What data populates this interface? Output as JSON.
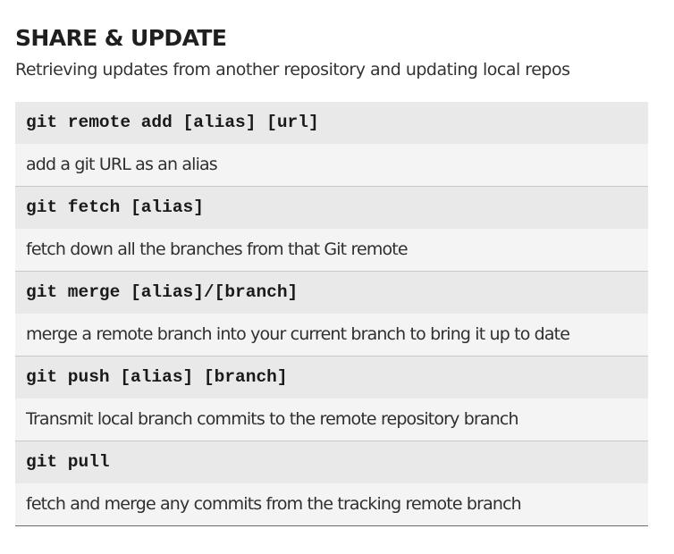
{
  "section": {
    "title": "SHARE & UPDATE",
    "subtitle": "Retrieving updates from another repository and updating local repos"
  },
  "commands": [
    {
      "command": "git remote add [alias] [url]",
      "description": "add a git URL as an alias"
    },
    {
      "command": "git fetch [alias]",
      "description": "fetch down all the branches from that Git remote"
    },
    {
      "command": "git merge [alias]/[branch]",
      "description": "merge a remote branch into your current branch to bring it up to date"
    },
    {
      "command": "git push [alias] [branch]",
      "description": "Transmit local branch commits to the remote repository branch"
    },
    {
      "command": "git pull",
      "description": "fetch and merge any commits from the tracking remote branch"
    }
  ]
}
